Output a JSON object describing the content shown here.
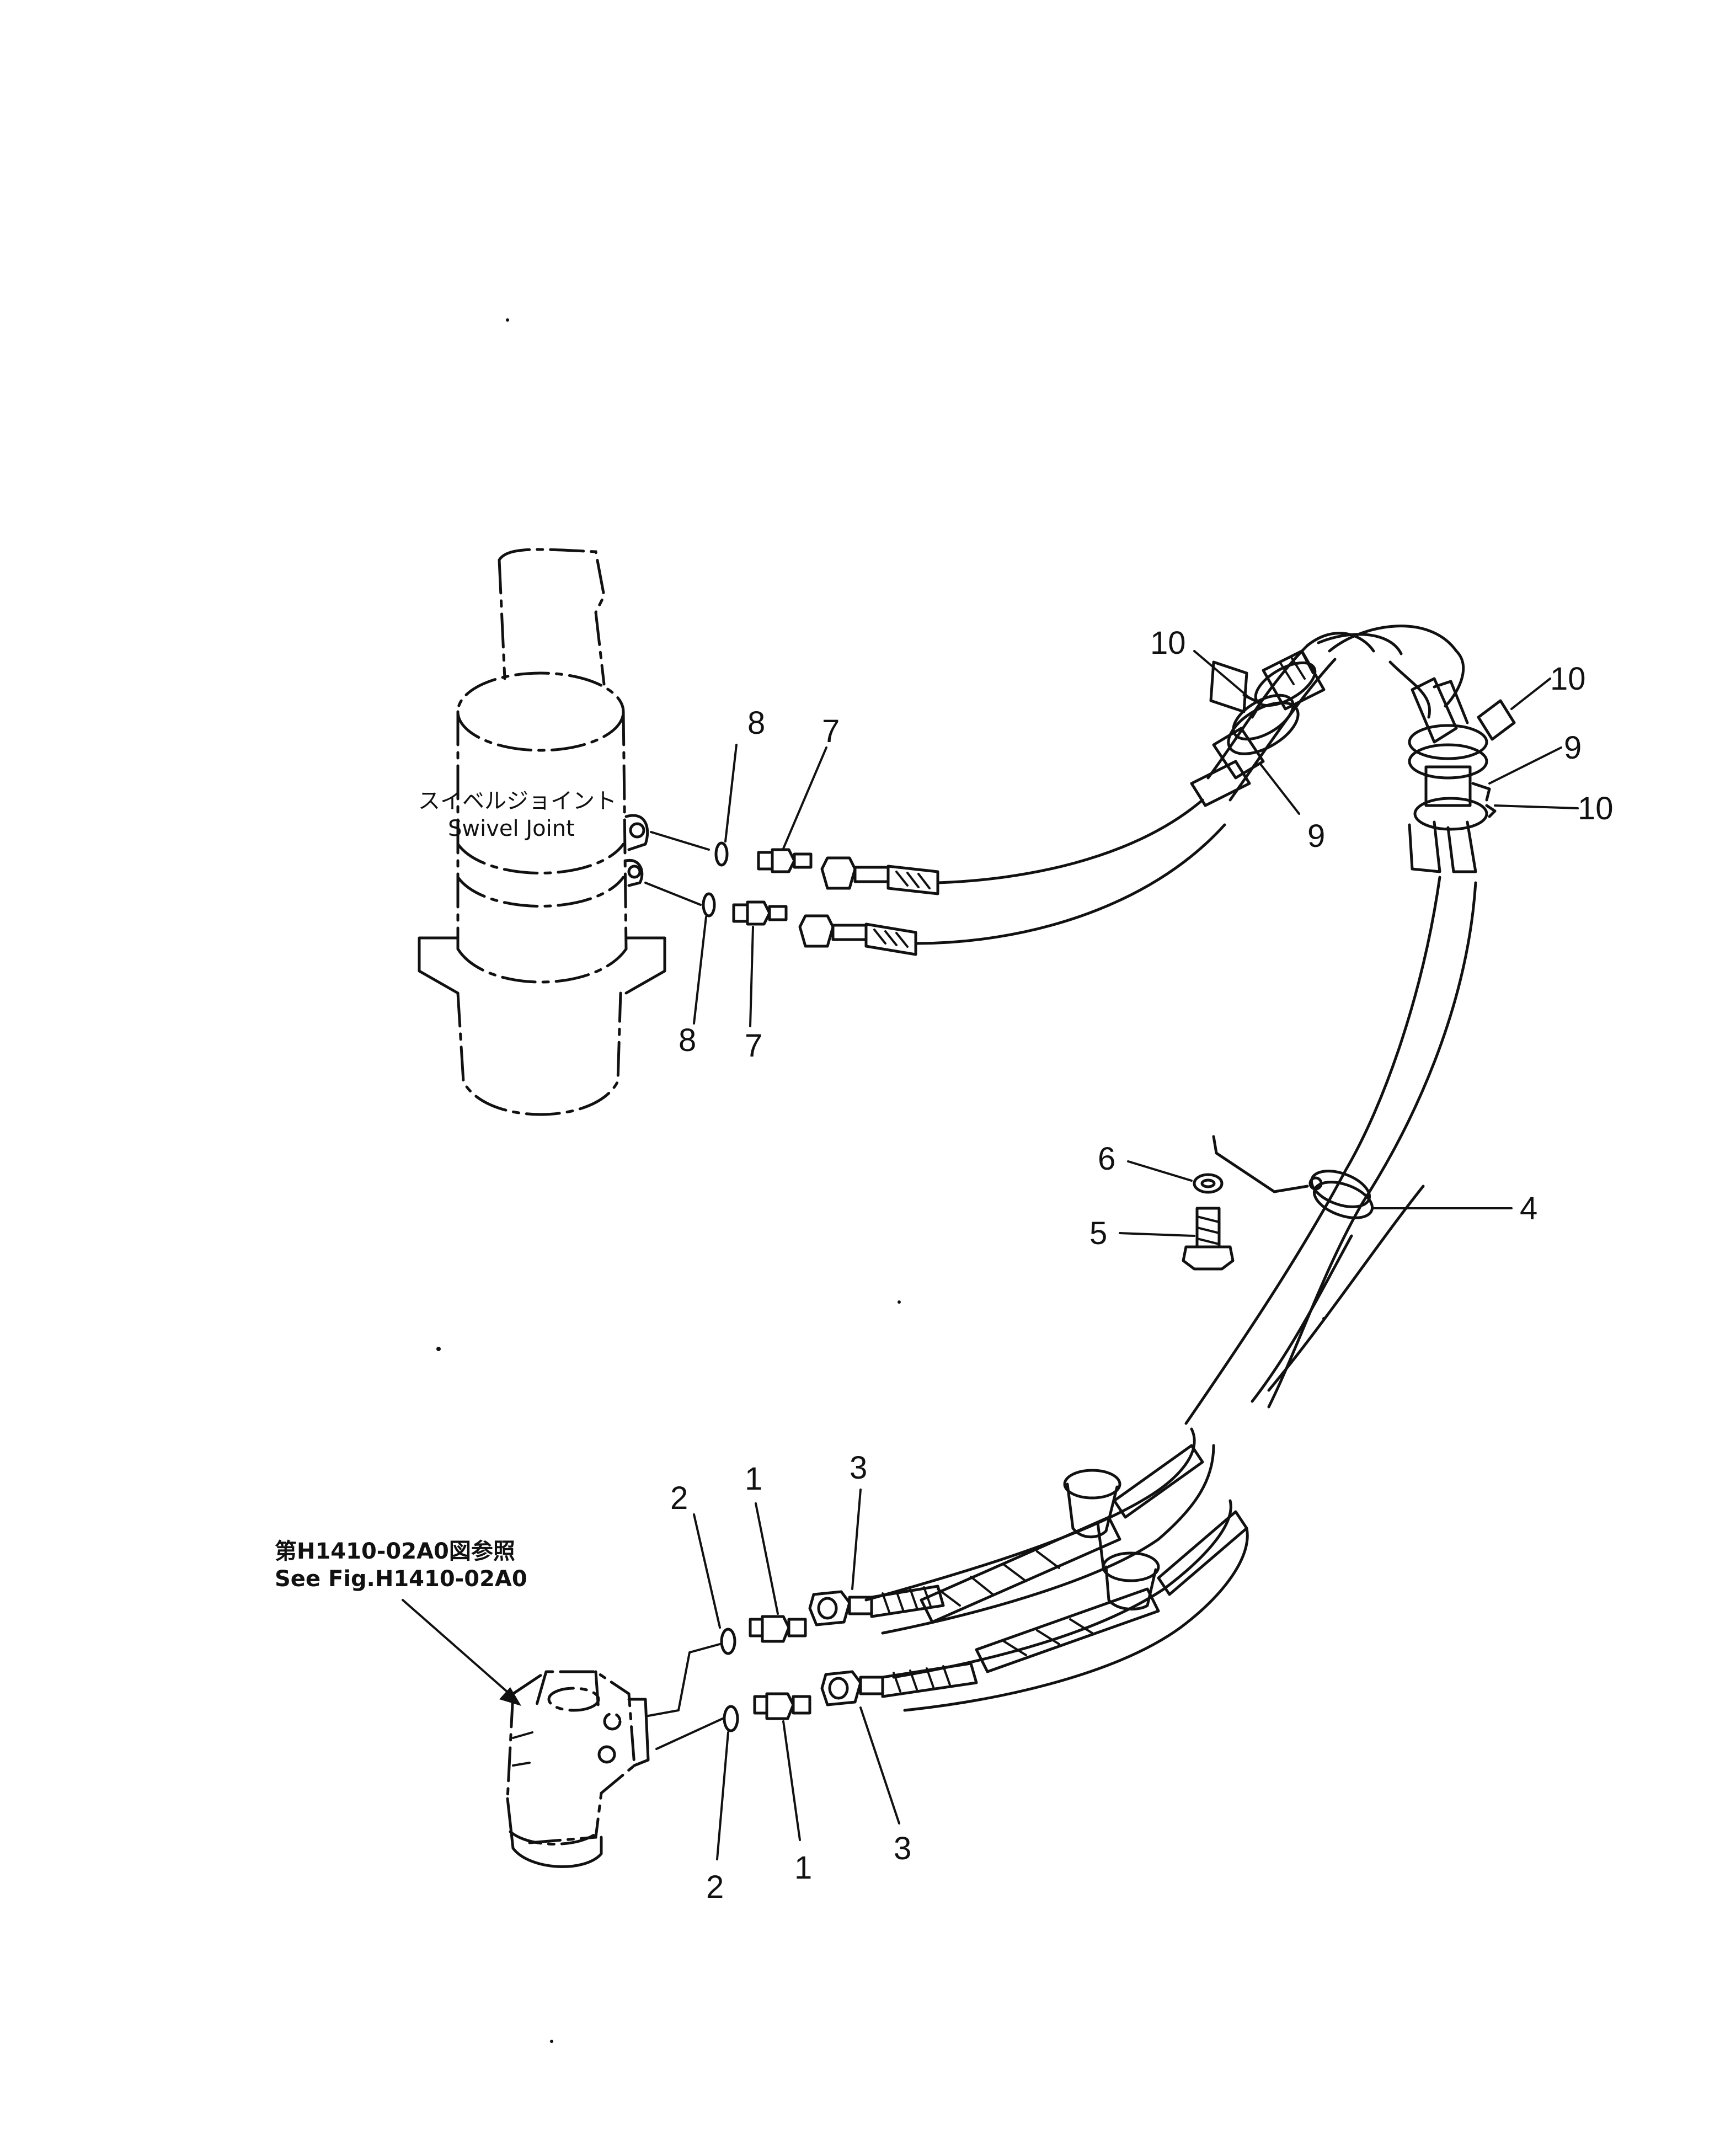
{
  "labels": {
    "swivel_joint_jp": "スイベルジョイント",
    "swivel_joint_en": "Swivel Joint",
    "ref_jp": "第H1410-02A0図参照",
    "ref_en": "See Fig.H1410-02A0"
  },
  "callouts": {
    "c1a": "1",
    "c1b": "1",
    "c2a": "2",
    "c2b": "2",
    "c3a": "3",
    "c3b": "3",
    "c4": "4",
    "c5": "5",
    "c6": "6",
    "c7a": "7",
    "c7b": "7",
    "c8a": "8",
    "c8b": "8",
    "c9a": "9",
    "c9b": "9",
    "c10a": "10",
    "c10b": "10",
    "c10c": "10"
  }
}
